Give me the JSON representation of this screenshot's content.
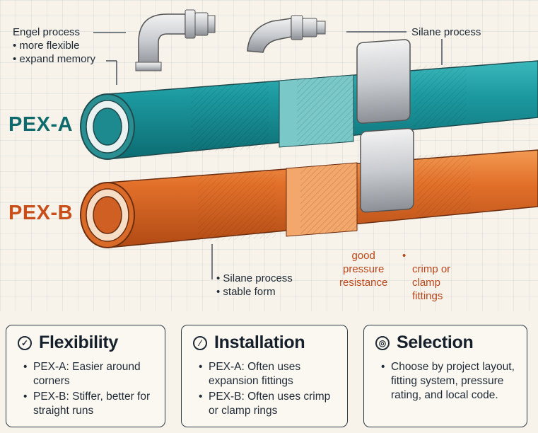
{
  "notes": {
    "engel": {
      "title": "Engel process",
      "items": [
        "more flexible",
        "expand memory"
      ]
    },
    "silane_top": "Silane process",
    "silane_bottom": {
      "items": [
        "Silane process",
        "stable form"
      ]
    },
    "pressure": "good\npressure\nresistance",
    "fittings": "crimp or\nclamp\nfittings"
  },
  "labels": {
    "pex_a": "PEX-A",
    "pex_b": "PEX-B"
  },
  "cards": [
    {
      "icon": "check-circle-icon",
      "title": "Flexibility",
      "bullets": [
        "PEX-A: Easier around corners",
        "PEX-B: Stiffer, better for straight runs"
      ]
    },
    {
      "icon": "clock-circle-icon",
      "title": "Installation",
      "bullets": [
        "PEX-A: Often uses expansion fittings",
        "PEX-B: Often uses crimp or clamp rings"
      ]
    },
    {
      "icon": "target-circle-icon",
      "title": "Selection",
      "bullets": [
        "Choose by project layout, fitting system, pressure rating, and local code."
      ]
    }
  ],
  "colors": {
    "pex_a": "#1a9aa0",
    "pex_b": "#e2702a",
    "label_a": "#0f6b6b",
    "label_b": "#c84f1a",
    "accent_text": "#b8461a"
  }
}
